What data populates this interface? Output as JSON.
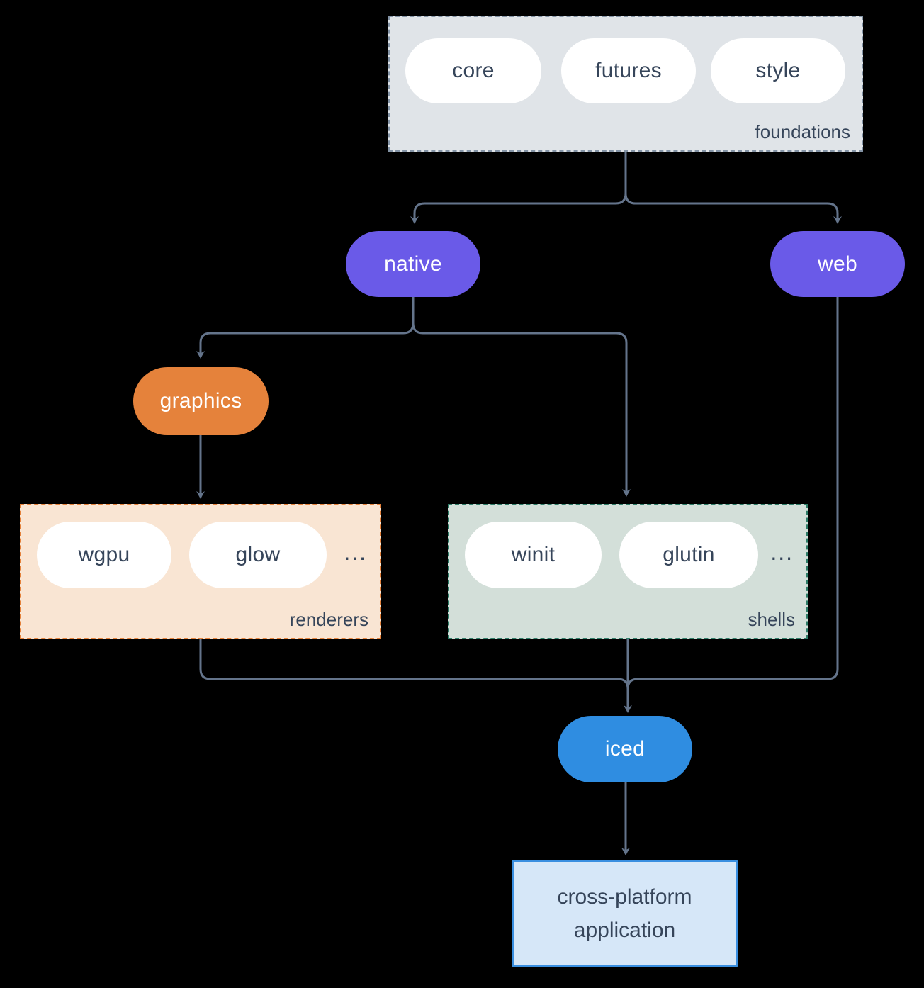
{
  "groups": {
    "foundations": {
      "label": "foundations",
      "items": [
        "core",
        "futures",
        "style"
      ]
    },
    "renderers": {
      "label": "renderers",
      "items": [
        "wgpu",
        "glow"
      ],
      "ellipsis": "..."
    },
    "shells": {
      "label": "shells",
      "items": [
        "winit",
        "glutin"
      ],
      "ellipsis": "..."
    }
  },
  "nodes": {
    "native": {
      "label": "native"
    },
    "web": {
      "label": "web"
    },
    "graphics": {
      "label": "graphics"
    },
    "iced": {
      "label": "iced"
    },
    "application": {
      "label": "cross-platform application"
    }
  },
  "colors": {
    "background": "#000000",
    "connector": "#64748b",
    "text_dark": "#36455a",
    "pill_fill": "#ffffff",
    "purple": "#6a5ae8",
    "orange": "#e5823b",
    "blue": "#2f8de1",
    "foundations_fill": "#e0e4e8",
    "foundations_border": "#8494a6",
    "renderers_fill": "#f9e5d3",
    "renderers_border": "#e5823b",
    "shells_fill": "#d3dfd9",
    "shells_border": "#2e7d68",
    "app_fill": "#d6e7f8",
    "app_border": "#3a8fe0"
  }
}
